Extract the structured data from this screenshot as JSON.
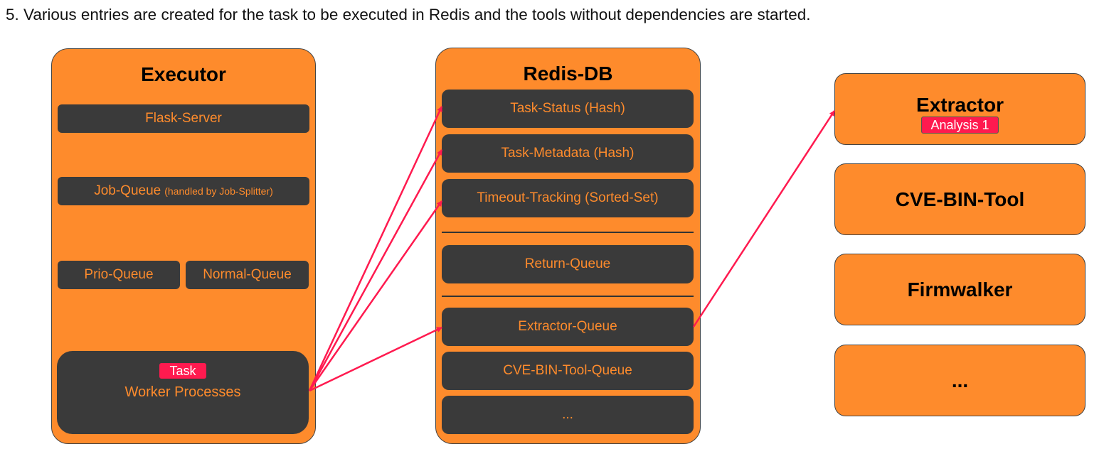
{
  "caption": "5. Various entries are created for the task to be executed in Redis and the tools without dependencies are started.",
  "executor": {
    "title": "Executor",
    "flask": "Flask-Server",
    "job_queue": "Job-Queue",
    "job_queue_note": "(handled by Job-Splitter)",
    "prio": "Prio-Queue",
    "normal": "Normal-Queue",
    "task_badge": "Task",
    "workers": "Worker Processes"
  },
  "redis": {
    "title": "Redis-DB",
    "items": [
      "Task-Status (Hash)",
      "Task-Metadata (Hash)",
      "Timeout-Tracking (Sorted-Set)",
      "Return-Queue",
      "Extractor-Queue",
      "CVE-BIN-Tool-Queue",
      "..."
    ]
  },
  "tools": {
    "extractor": "Extractor",
    "extractor_badge": "Analysis 1",
    "cve": "CVE-BIN-Tool",
    "firmwalker": "Firmwalker",
    "more": "..."
  },
  "colors": {
    "orange": "#fe8b2c",
    "dark": "#3a3a3a",
    "accent": "#ff1a4f"
  }
}
